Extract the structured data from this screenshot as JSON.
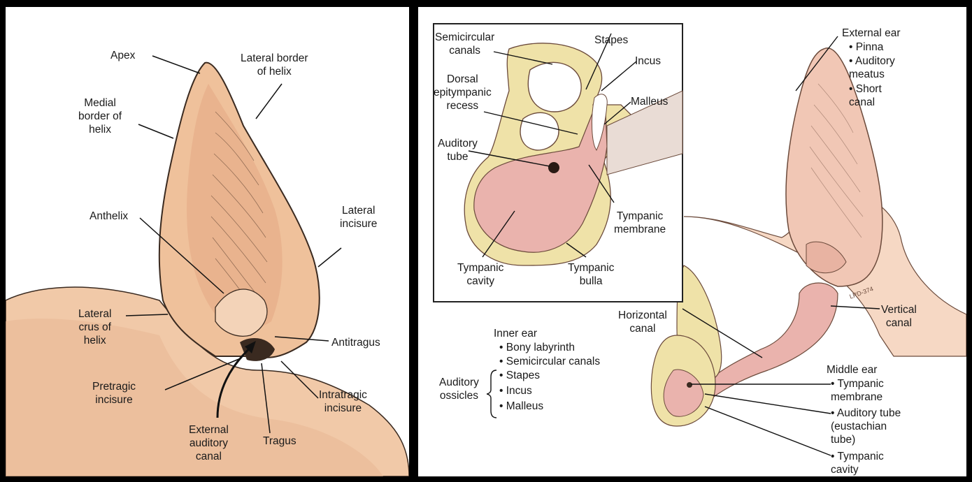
{
  "left": {
    "labels": {
      "apex": "Apex",
      "lateral_border_helix": "Lateral border\nof helix",
      "medial_border_helix": "Medial\nborder of\nhelix",
      "anthelix": "Anthelix",
      "lateral_incisure": "Lateral\nincisure",
      "lateral_crus_helix": "Lateral\ncrus of\nhelix",
      "antitragus": "Antitragus",
      "pretragic_incisure": "Pretragic\nincisure",
      "intratragic_incisure": "Intratragic\nincisure",
      "external_auditory_canal": "External\nauditory\ncanal",
      "tragus": "Tragus"
    }
  },
  "right": {
    "inset_labels": {
      "semicircular_canals": "Semicircular\ncanals",
      "stapes": "Stapes",
      "incus": "Incus",
      "dorsal_epitympanic_recess": "Dorsal\nepitympanic\nrecess",
      "malleus": "Malleus",
      "auditory_tube": "Auditory\ntube",
      "tympanic_membrane": "Tympanic\nmembrane",
      "tympanic_cavity": "Tympanic\ncavity",
      "tympanic_bulla": "Tympanic\nbulla"
    },
    "external_ear": {
      "title": "External ear",
      "items": [
        "• Pinna",
        "• Auditory\n  meatus",
        "• Short\n  canal"
      ]
    },
    "horizontal_canal": "Horizontal\ncanal",
    "vertical_canal": "Vertical\ncanal",
    "inner_ear": {
      "title": "Inner ear",
      "items": [
        "• Bony labyrinth",
        "• Semicircular canals"
      ]
    },
    "auditory_ossicles": {
      "title": "Auditory\nossicles",
      "items": [
        "• Stapes",
        "• Incus",
        "• Malleus"
      ]
    },
    "middle_ear": {
      "title": "Middle ear",
      "items": [
        "• Tympanic\n  membrane",
        "• Auditory tube\n  (eustachian\n  tube)",
        "• Tympanic\n  cavity"
      ]
    },
    "signature": "LPD-374"
  }
}
